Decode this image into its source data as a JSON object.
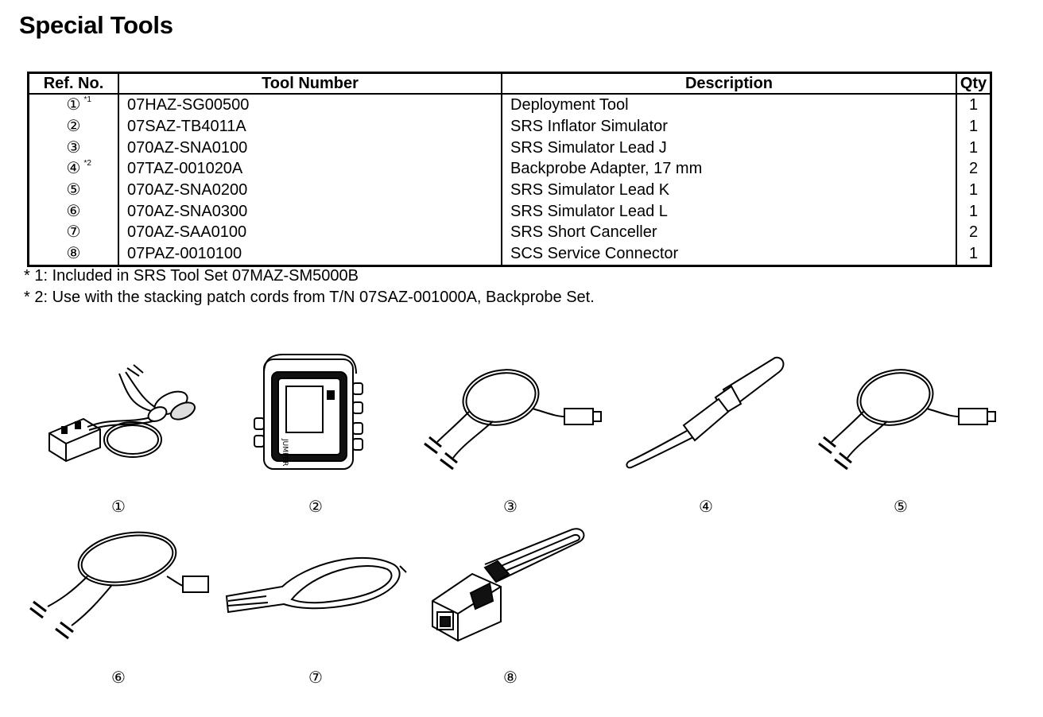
{
  "title": "Special Tools",
  "table": {
    "headers": [
      "Ref. No.",
      "Tool Number",
      "Description",
      "Qty"
    ],
    "rows": [
      {
        "ref": "①",
        "mark": "*1",
        "tool": "07HAZ-SG00500",
        "desc": "Deployment Tool",
        "qty": "1"
      },
      {
        "ref": "②",
        "mark": "",
        "tool": "07SAZ-TB4011A",
        "desc": "SRS Inflator Simulator",
        "qty": "1"
      },
      {
        "ref": "③",
        "mark": "",
        "tool": "070AZ-SNA0100",
        "desc": "SRS Simulator Lead J",
        "qty": "1"
      },
      {
        "ref": "④",
        "mark": "*2",
        "tool": "07TAZ-001020A",
        "desc": "Backprobe Adapter, 17 mm",
        "qty": "2"
      },
      {
        "ref": "⑤",
        "mark": "",
        "tool": "070AZ-SNA0200",
        "desc": "SRS Simulator Lead K",
        "qty": "1"
      },
      {
        "ref": "⑥",
        "mark": "",
        "tool": "070AZ-SNA0300",
        "desc": "SRS Simulator Lead L",
        "qty": "1"
      },
      {
        "ref": "⑦",
        "mark": "",
        "tool": "070AZ-SAA0100",
        "desc": "SRS Short Canceller",
        "qty": "2"
      },
      {
        "ref": "⑧",
        "mark": "",
        "tool": "07PAZ-0010100",
        "desc": "SCS Service Connector",
        "qty": "1"
      }
    ]
  },
  "notes": [
    "* 1: Included in SRS Tool Set 07MAZ-SM5000B",
    "* 2: Use with the stacking patch cords from T/N 07SAZ-001000A, Backprobe Set."
  ],
  "illustrations": {
    "labels": [
      "①",
      "②",
      "③",
      "④",
      "⑤",
      "⑥",
      "⑦",
      "⑧"
    ],
    "jumper_text": "JUMPER"
  }
}
